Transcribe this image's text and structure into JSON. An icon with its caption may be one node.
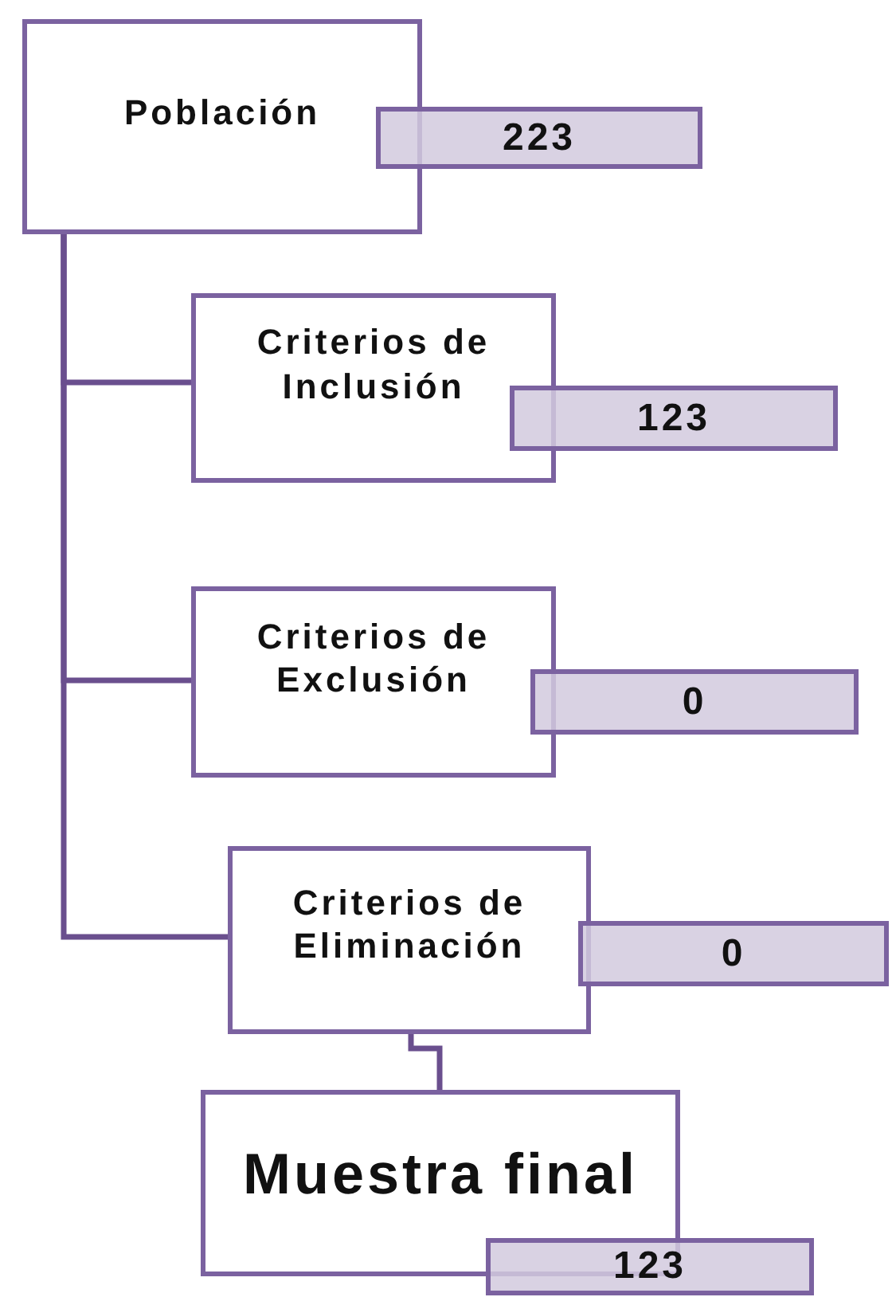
{
  "diagram": {
    "nodes": [
      {
        "text": [
          "Población"
        ]
      },
      {
        "text": [
          "223"
        ]
      },
      {
        "text": [
          "Criterios de Inclusión"
        ]
      },
      {
        "text": [
          "123"
        ]
      },
      {
        "text": [
          "Criterios de Exclusión"
        ]
      },
      {
        "text": [
          "0"
        ]
      },
      {
        "text": [
          "Criterios de Eliminación"
        ]
      },
      {
        "text": [
          "0"
        ]
      },
      {
        "text": [
          "Muestra final"
        ]
      },
      {
        "text": [
          "123"
        ]
      }
    ],
    "edges": [
      {
        "from": 0,
        "to": 2,
        "arrow": "none"
      },
      {
        "from": 0,
        "to": 4,
        "arrow": "none"
      },
      {
        "from": 0,
        "to": 6,
        "arrow": "none"
      },
      {
        "from": 6,
        "to": 8,
        "arrow": "none"
      }
    ]
  }
}
